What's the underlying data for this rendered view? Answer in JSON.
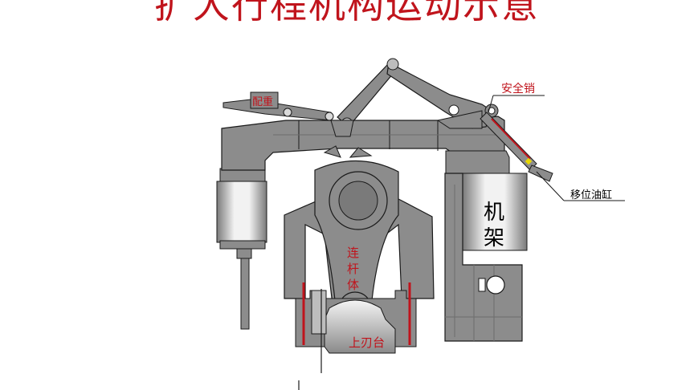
{
  "title": "扩大行程机构运动示意",
  "labels": {
    "counterweight": "配重",
    "safety_pin": "安全销",
    "shift_cylinder": "移位油缸",
    "frame_line1": "机",
    "frame_line2": "架",
    "connecting_rod_1": "连",
    "connecting_rod_2": "杆",
    "connecting_rod_3": "体",
    "upper_blade_seat": "上刃台"
  },
  "colors": {
    "steel": "#8c8c8c",
    "steel_dark": "#6d6d6d",
    "outline": "#1a1a1a",
    "accent_red": "#c0141c",
    "highlight": "#e9e9e9",
    "cylinder_yellow": "#e8d800"
  }
}
